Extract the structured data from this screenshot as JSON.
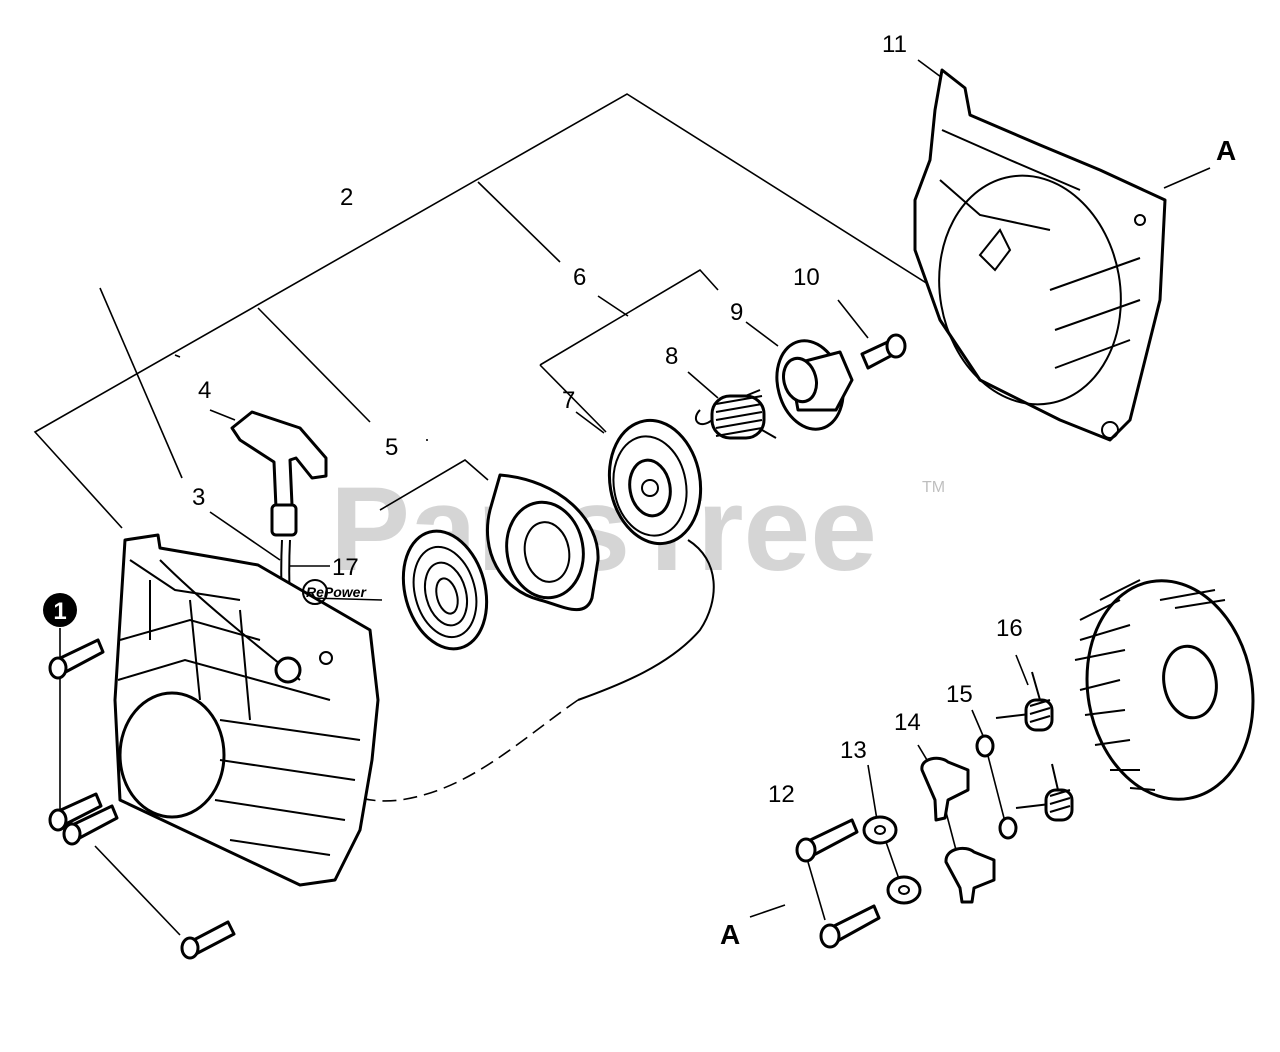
{
  "callouts": {
    "c1": "1",
    "c2": "2",
    "c3": "3",
    "c4": "4",
    "c5": "5",
    "c6": "6",
    "c7": "7",
    "c8": "8",
    "c9": "9",
    "c10": "10",
    "c11": "11",
    "c12": "12",
    "c13": "13",
    "c14": "14",
    "c15": "15",
    "c16": "16",
    "c17": "17",
    "ref_top": "A",
    "ref_bottom": "A"
  },
  "logo": {
    "text": "RePower"
  },
  "watermark": {
    "text": "PartsTree",
    "trademark": "TM"
  }
}
